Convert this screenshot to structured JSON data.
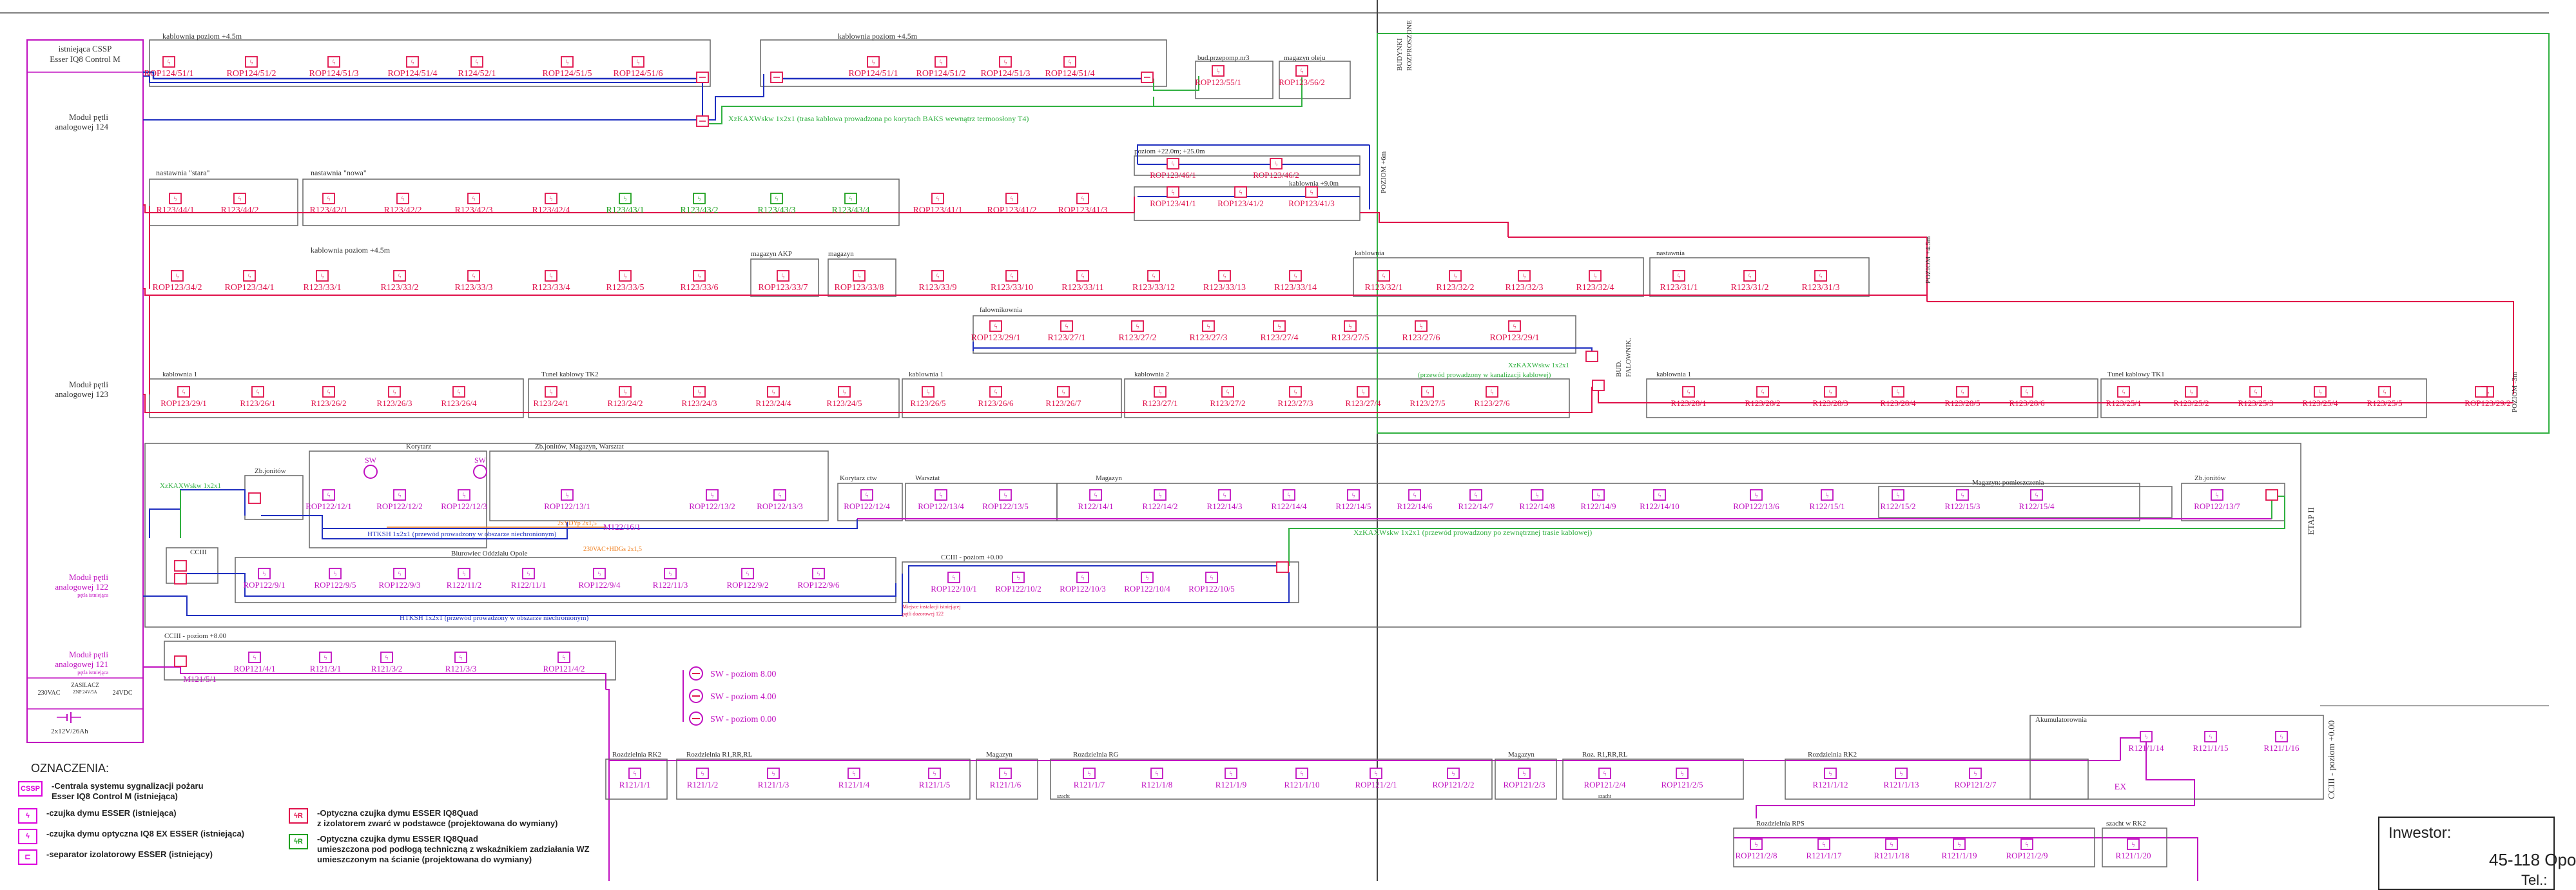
{
  "panel": {
    "title_line1": "istniejąca CSSP",
    "title_line2": "Esser IQ8 Control M",
    "loop124_l1": "Moduł pętli",
    "loop124_l2": "analogowej 124",
    "loop123_l1": "Moduł pętli",
    "loop123_l2": "analogowej 123",
    "loop122_l1": "Moduł pętli",
    "loop122_l2": "analogowej 122",
    "loop122_l3": "pętla istniejąca",
    "loop121_l1": "Moduł pętli",
    "loop121_l2": "analogowej 121",
    "loop121_l3": "pętla istniejąca",
    "psu_label": "ZASILACZ",
    "psu_sub": "ZNP 24V/5A",
    "psu_in": "230VAC",
    "psu_out": "24VDC",
    "battery": "2x12V/26Ah"
  },
  "cables": {
    "xzkax_main": "XzKAXWskw 1x2x1 (trasa kablowa prowadzona po korytach BAKS  wewnątrz termoosłony T4)",
    "xzkax_falownik_l1": "XzKAXWskw 1x2x1",
    "xzkax_falownik_l2": "(przewód prowadzony  w kanalizacji kablowej)",
    "xzkax_122": "XzKAXWskw 1x2x1",
    "xzkax_ext": "XzKAXWskw 1x2x1 (przewód prowadzony po zewnętrznej trasie kablowej)",
    "htksh_1": "HTKSH 1x2x1 (przewód prowadzony w obszarze niechronionym)",
    "htksh_2": "HTKSH 1x2x1 (przewód prowadzony w obszarze niechronionym)",
    "ymdk": "2xYDYp 2x1,5",
    "orange2": "230VAC+HDGs 2x1,5",
    "new_place": "Miejsce instalacji istniejącej",
    "new_place2": "pętli dozorowej 122"
  },
  "zones": {
    "kab45_a": "kablownia  poziom +4.5m",
    "kab45_b": "kablownia  poziom +4.5m",
    "bud_przepompowni": "bud.przepomp.nr3",
    "magazyn_oleju": "magazyn oleju",
    "budynki_l1": "BUDYNKI",
    "budynki_l2": "ROZPROSZONE",
    "poziom22": "poziom +22.0m; +25.0m",
    "kablownia9": "kablownia +9.0m",
    "poziom6": "POZIOM +6m",
    "nastawnia_stara": "nastawnia \"stara\"",
    "nastawnia_nowa": "nastawnia \"nowa\"",
    "kab45_c": "kablownia  poziom +4.5m",
    "magazyn_akp": "magazyn AKP",
    "magazyn": "magazyn",
    "kablownia_r32": "kablownia",
    "rozdzielnia_r31": "nastawnia",
    "poziom45": "POZIOM +4.5m",
    "falownikownia": "falownikownia",
    "bud_falownik_l1": "BUD.",
    "bud_falownik_l2": "FALOWNIK.",
    "kablownia1_a": "kablownia 1",
    "tunel_tk2": "Tunel kablowy TK2",
    "kablownia1_b": "kablownia 1",
    "kablownia2": "kablownia 2",
    "kablownia1_c": "kablownia 1",
    "tunel_tk1": "Tunel kablowy TK1",
    "poziom3": "POZIOM -3m",
    "zb_jonow": "Zb.jonitów",
    "korytarz": "Korytarz",
    "zb_jonow_mag": "Zb.jonitów, Magazyn, Warsztat",
    "korytarz_ctw": "Korytarz ctw",
    "warsztat": "Warsztat",
    "magazyn_b": "Magazyn",
    "magazyn_pomieszczenia": "Magazyn: pomieszczenia",
    "zb_jonow_b": "Zb.jonitów",
    "ccii": "CCIII",
    "biurowiec": "Biurowiec Oddziału Opole",
    "ccii_poziom0": "CCIII - poziom +0.00",
    "etap2": "ETAP II",
    "ccii_poziom8": "CCIII - poziom +8.00",
    "akumulatorownia": "Akumulatorownia",
    "rozdz_rk2_a": "Rozdzielnia RK2",
    "rozdz_rrr": "Rozdzielnia R1,RR,RL",
    "magazyn_c": "Magazyn",
    "rozdz_rg": "Rozdzielnia RG",
    "magazyn_d": "Magazyn",
    "rozdz_r1rrrl": "Roz. R1,RR,RL",
    "rozdz_rk2_b": "Rozdzielnia RK2",
    "rozdz_rps": "Rozdzielnia RPS",
    "szacht_rk2": "szacht w RK2",
    "ccii_right": "CCIII - poziom +0.00",
    "szacht": "szacht",
    "szacht2": "szacht"
  },
  "sw": {
    "s1": "SW - poziom 8.00",
    "s2": "SW - poziom 4.00",
    "s3": "SW - poziom 0.00",
    "sw_a": "SW",
    "sw_b": "SW"
  },
  "row124": [
    "ROP124/51/1",
    "ROP124/51/2",
    "ROP124/51/3",
    "ROP124/51/4",
    "R124/52/1",
    "ROP124/51/5",
    "ROP124/51/6"
  ],
  "row124b": [
    "ROP124/51/1",
    "ROP124/51/2",
    "ROP124/51/3",
    "ROP124/51/4"
  ],
  "row124c": [
    "ROP123/55/1",
    "ROP123/56/2"
  ],
  "row_p22": [
    "ROP123/46/1",
    "ROP123/46/2"
  ],
  "row_k9": [
    "ROP123/41/1",
    "ROP123/41/2",
    "ROP123/41/3"
  ],
  "row123a": [
    "R123/44/1",
    "R123/44/2",
    "R123/42/1",
    "R123/42/2",
    "R123/42/3",
    "R123/42/4",
    "R123/43/1",
    "R123/43/2",
    "R123/43/3",
    "R123/43/4",
    "ROP123/41/1",
    "ROP123/41/2",
    "ROP123/41/3"
  ],
  "row123b": [
    "ROP123/34/2",
    "ROP123/34/1",
    "R123/33/1",
    "R123/33/2",
    "R123/33/3",
    "R123/33/4",
    "R123/33/5",
    "R123/33/6",
    "ROP123/33/7",
    "ROP123/33/8",
    "R123/33/9",
    "R123/33/10",
    "R123/33/11",
    "R123/33/12",
    "R123/33/13",
    "R123/33/14",
    "R123/32/1",
    "R123/32/2",
    "R123/32/3",
    "R123/32/4",
    "R123/31/1",
    "R123/31/2",
    "R123/31/3"
  ],
  "row_fal": [
    "ROP123/29/1",
    "R123/27/1",
    "R123/27/2",
    "R123/27/3",
    "R123/27/4",
    "R123/27/5",
    "R123/27/6",
    "ROP123/29/1"
  ],
  "row123c": [
    "ROP123/29/1",
    "R123/26/1",
    "R123/26/2",
    "R123/26/3",
    "R123/26/4",
    "R123/24/1",
    "R123/24/2",
    "R123/24/3",
    "R123/24/4",
    "R123/24/5",
    "R123/26/5",
    "R123/26/6",
    "R123/26/7",
    "R123/27/1",
    "R123/27/2",
    "R123/27/3",
    "R123/27/4",
    "R123/27/5",
    "R123/27/6",
    "R123/28/1",
    "R123/28/2",
    "R123/28/3",
    "R123/28/4",
    "R123/28/5",
    "R123/28/6",
    "R123/25/1",
    "R123/25/2",
    "R123/25/3",
    "R123/25/4",
    "R123/25/5",
    "ROP123/29/2"
  ],
  "row122a": [
    "ROP122/12/1",
    "ROP122/12/2",
    "ROP122/12/3",
    "ROP122/13/1",
    "ROP122/13/2",
    "ROP122/13/3",
    "ROP122/12/4",
    "ROP122/13/4",
    "ROP122/13/5",
    "R122/14/1",
    "R122/14/2",
    "R122/14/3",
    "R122/14/4",
    "R122/14/5",
    "R122/14/6",
    "R122/14/7",
    "R122/14/8",
    "R122/14/9",
    "R122/14/10",
    "ROP122/13/6",
    "R122/15/1",
    "R122/15/2",
    "R122/15/3",
    "R122/15/4",
    "ROP122/13/7"
  ],
  "m122": "M122/16/1",
  "row122b": [
    "ROP122/9/1",
    "ROP122/9/5",
    "ROP122/9/3",
    "R122/11/2",
    "R122/11/1",
    "ROP122/9/4",
    "R122/11/3",
    "ROP122/9/2",
    "ROP122/9/6"
  ],
  "row122c": [
    "ROP122/10/1",
    "ROP122/10/2",
    "ROP122/10/3",
    "ROP122/10/4",
    "ROP122/10/5"
  ],
  "row121a": [
    "ROP121/4/1",
    "R121/3/1",
    "R121/3/2",
    "R121/3/3",
    "ROP121/4/2"
  ],
  "m121": "M121/5/1",
  "row121b": [
    "R121/1/1",
    "R121/1/2",
    "R121/1/3",
    "R121/1/4",
    "R121/1/5",
    "R121/1/6",
    "R121/1/7",
    "R121/1/8",
    "R121/1/9",
    "R121/1/10",
    "ROP121/2/1",
    "ROP121/2/2",
    "ROP121/2/3",
    "ROP121/2/4",
    "ROP121/2/5",
    "R121/1/12",
    "R121/1/13",
    "ROP121/2/7"
  ],
  "row121c": [
    "R121/1/14",
    "R121/1/15",
    "R121/1/16"
  ],
  "row121d": [
    "ROP121/2/8",
    "R121/1/17",
    "R121/1/18",
    "R121/1/19",
    "ROP121/2/9",
    "R121/1/20"
  ],
  "ex": "EX",
  "legend": {
    "title": "OZNACZENIA:",
    "l1_sym": "CSSP",
    "l1_a": "-Centrala systemu sygnalizacji pożaru",
    "l1_b": "Esser IQ8 Control M (istniejąca)",
    "l2_a": "-czujka dymu ESSER (istniejąca)",
    "l3_a": "-czujka dymu optyczna IQ8 EX ESSER (istniejąca)",
    "l4_a": "-separator izolatorowy ESSER (istniejący)",
    "l5_a": "-Optyczna czujka dymu ESSER IQ8Quad",
    "l5_b": "z izolatorem zwarć w podstawce (projektowana do wymiany)",
    "l6_a": "-Optyczna czujka dymu ESSER IQ8Quad",
    "l6_b": "umieszczona pod podłogą techniczną z wskaźnikiem zadziałania WZ",
    "l6_c": "umieszczonym na ścianie (projektowana do wymiany)"
  },
  "investor": {
    "title": "Inwestor:",
    "address": "45-118 Opo",
    "phone": "Tel.:"
  },
  "colors": {
    "loop124": "#2030c0",
    "loop123": "#e0104a",
    "loop122": "#c010c0",
    "green": "#30b040",
    "device_red": "#e0104a",
    "device_mag": "#c010c0",
    "device_green": "#20a020"
  }
}
